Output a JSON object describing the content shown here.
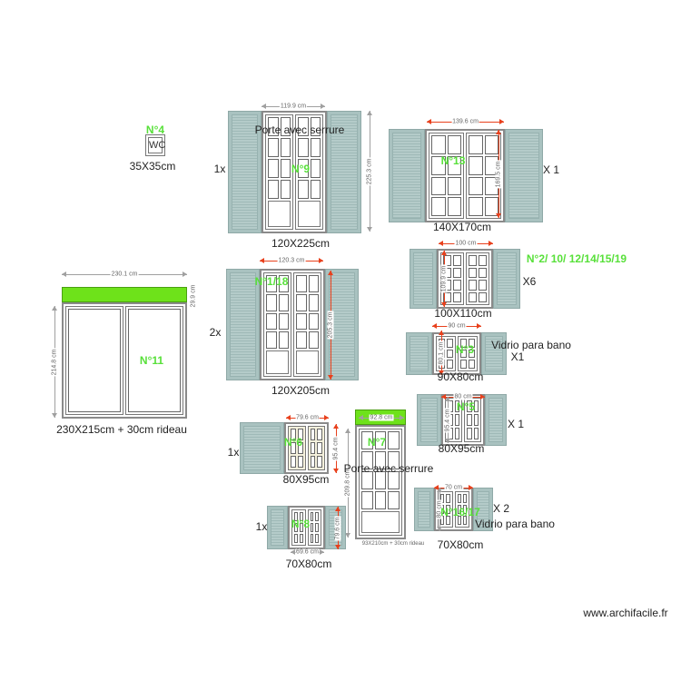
{
  "colors": {
    "shutter": "#a9c2c0",
    "label_green": "#58e03a",
    "band_green": "#6ee21a",
    "dim_red": "#e8401c",
    "dim_grey": "#a0a0a0"
  },
  "wc": {
    "label": "N°4",
    "icon_text": "WC",
    "size": "35X35cm"
  },
  "windows": [
    {
      "id": "n9",
      "label": "N°9",
      "size": "120X225cm",
      "count": "1x",
      "note": "Porte avec serrure",
      "width_dim": "119.9 cm",
      "height_dim": "225.3 cm"
    },
    {
      "id": "n13",
      "label": "N°13",
      "size": "140X170cm",
      "count": "X 1",
      "note": "",
      "width_dim": "139.6 cm",
      "height_dim": "169.5 cm"
    },
    {
      "id": "n2",
      "label": "N°2/ 10/ 12/14/15/19",
      "size": "100X110cm",
      "count": "X6",
      "note": "",
      "width_dim": "100 cm",
      "height_dim": "109.9 cm"
    },
    {
      "id": "n3",
      "label": "N°3",
      "size": "90X80cm",
      "count": "X1",
      "note": "Vidrio para bano",
      "width_dim": "90 cm",
      "height_dim": "80.1 cm"
    },
    {
      "id": "n5",
      "label": "N°5",
      "size": "80X95cm",
      "count": "X 1",
      "note": "",
      "width_dim": "80 cm",
      "height_dim": "95.4 cm"
    },
    {
      "id": "n16",
      "label": "N°16/17",
      "size": "70X80cm",
      "count": "X 2",
      "note": "Vidrio para bano",
      "width_dim": "70 cm",
      "height_dim": "80 cm"
    },
    {
      "id": "n7",
      "label": "N°7",
      "size": "93X210cm  + 30cm rideau",
      "count": "",
      "note": "Porte avec serrure",
      "width_dim": "92.8 cm",
      "height_dim": "209.8 cm"
    },
    {
      "id": "n6",
      "label": "N°6",
      "size": "80X95cm",
      "count": "1x",
      "note": "",
      "width_dim": "79.6 cm",
      "height_dim": "95.4 cm"
    },
    {
      "id": "n8",
      "label": "N°8",
      "size": "70X80cm",
      "count": "1x",
      "note": "",
      "width_dim": "69.6 cm",
      "height_dim": "79.6 cm"
    },
    {
      "id": "n11",
      "label": "N°11",
      "size": "230X215cm  + 30cm rideau",
      "count": "",
      "note": "",
      "width_dim": "230.1 cm",
      "height_dim": "214.8 cm",
      "band_dim": "29.9 cm"
    },
    {
      "id": "n1",
      "label": "N°1/18",
      "size": "120X205cm",
      "count": "2x",
      "note": "",
      "width_dim": "120.3 cm",
      "height_dim": "205.3 cm"
    }
  ],
  "watermark": "www.archifacile.fr"
}
